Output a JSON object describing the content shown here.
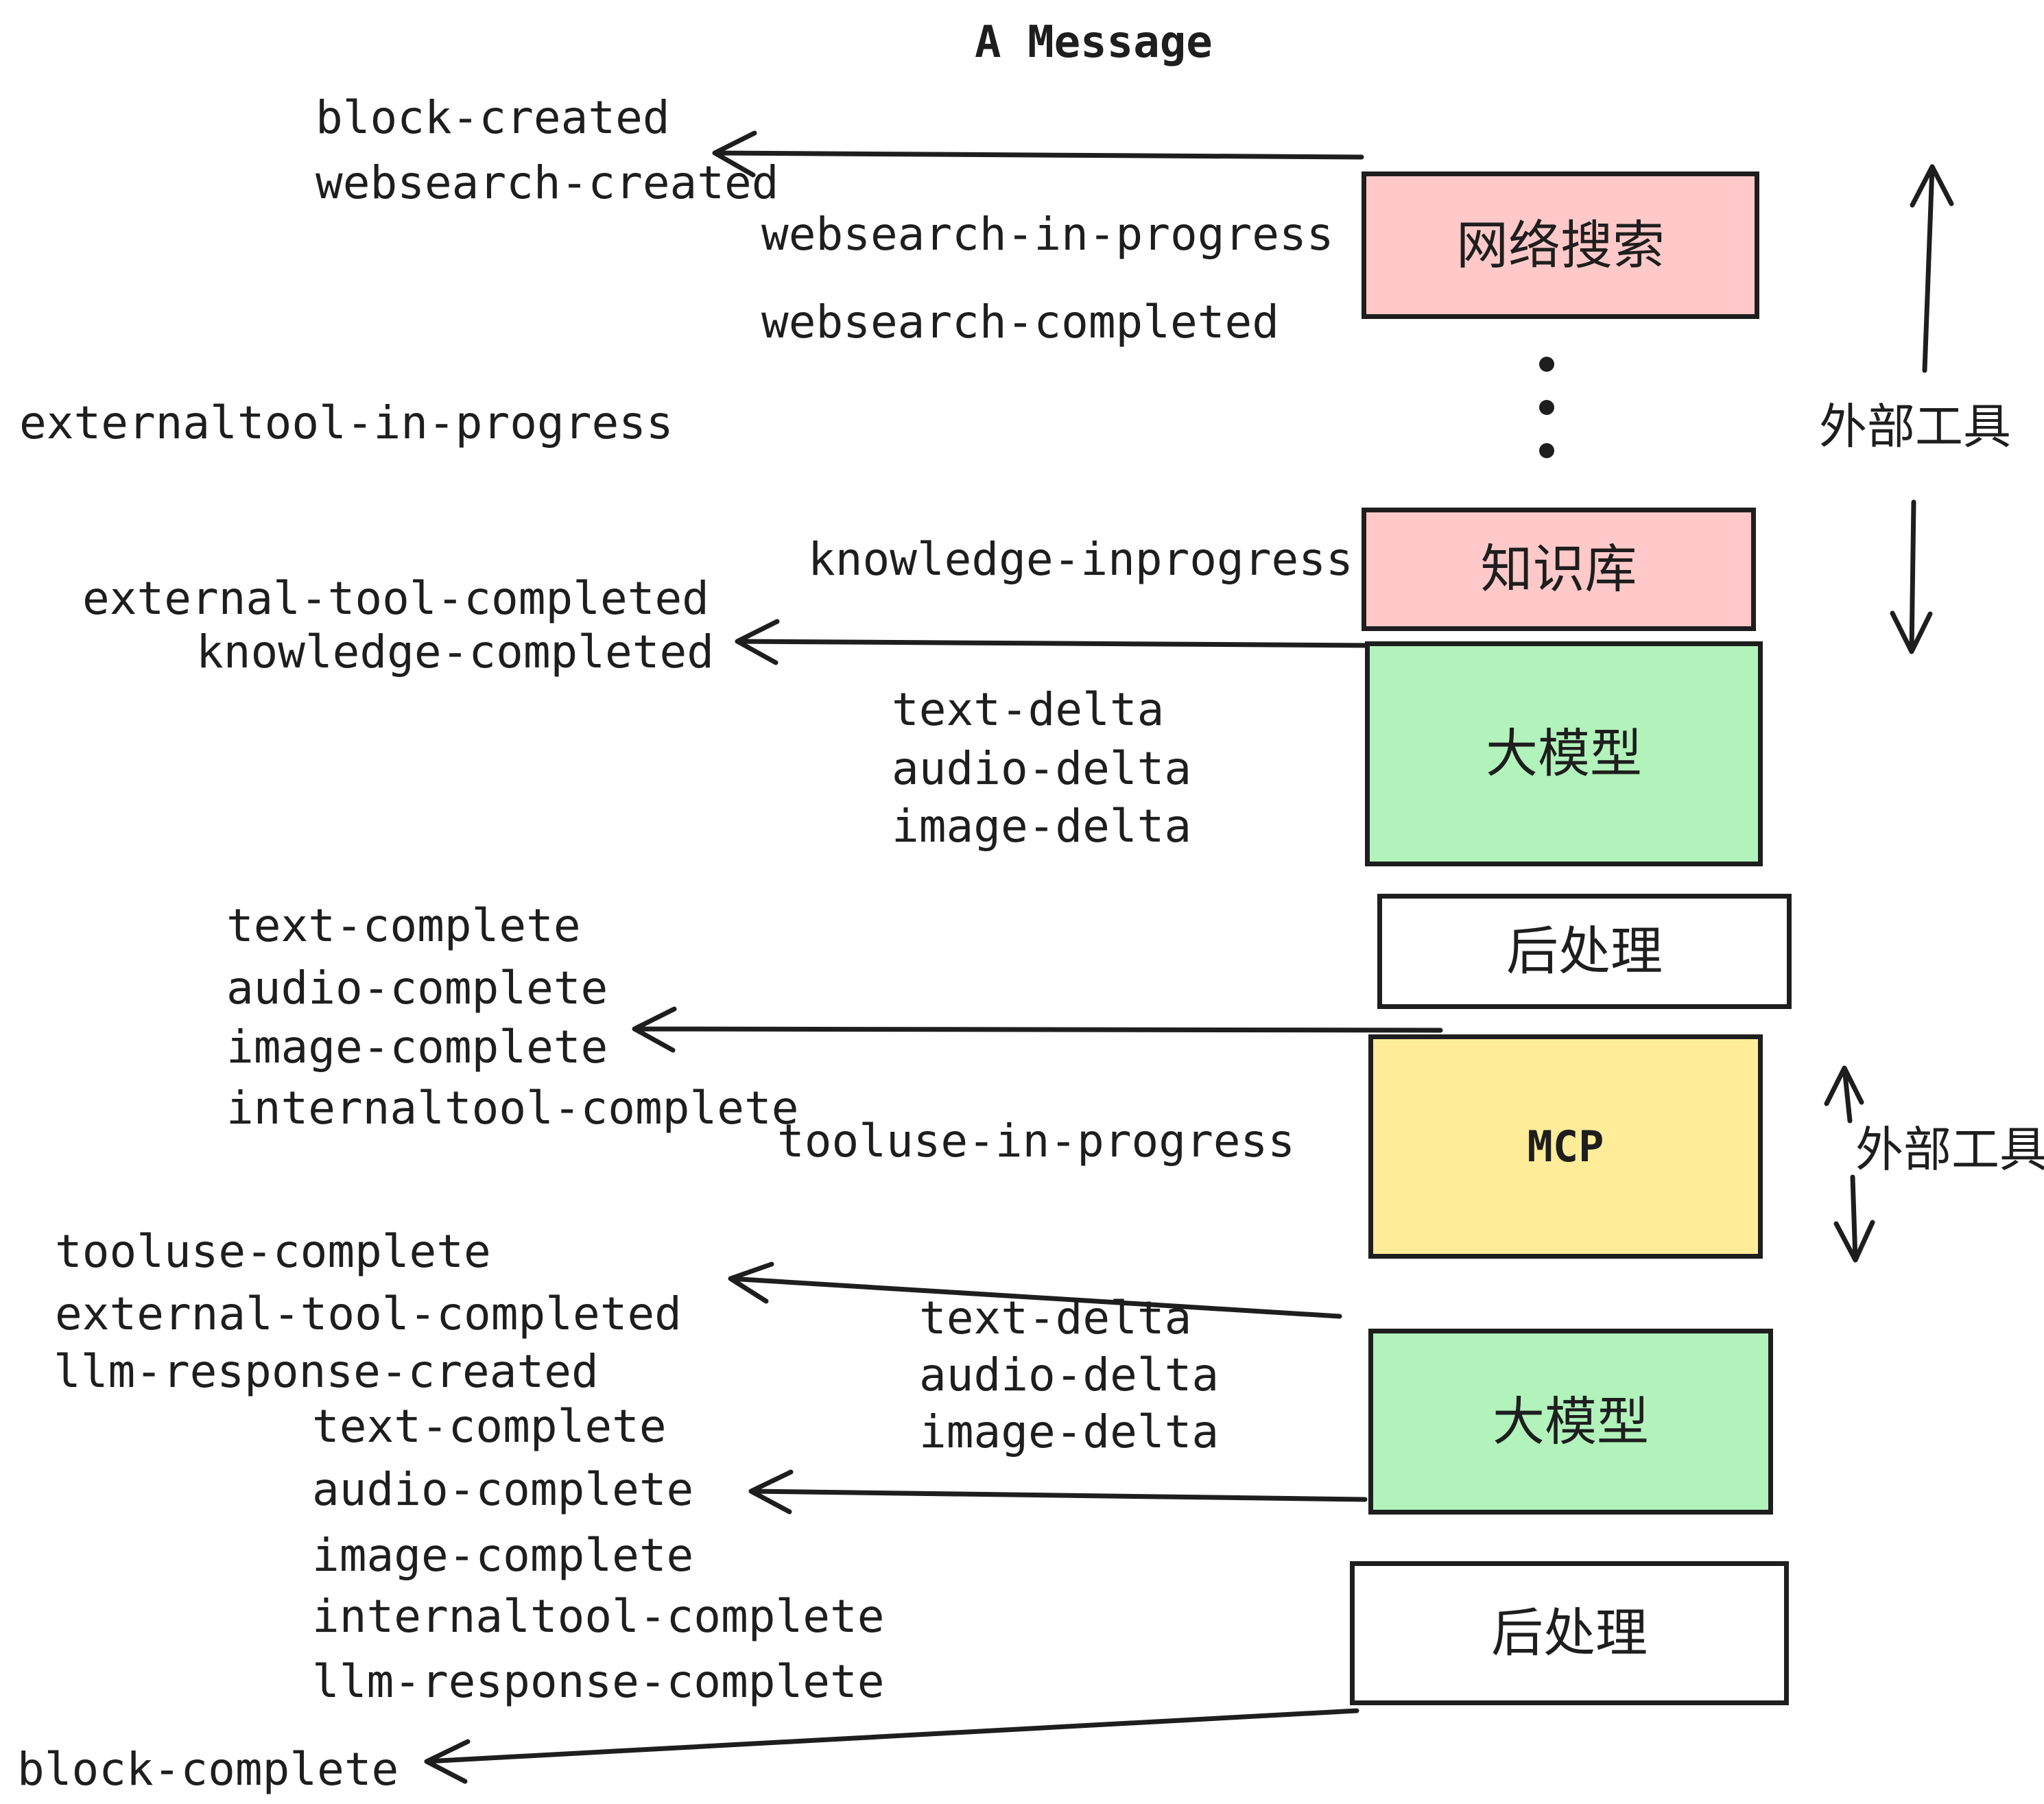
{
  "title": "A Message",
  "colors": {
    "box_pink": "#ffc9c9",
    "box_green": "#b2f2bb",
    "box_yellow": "#ffec99",
    "box_white": "#ffffff",
    "stroke": "#1e1e1e",
    "background": "#ffffff"
  },
  "boxes": [
    {
      "id": "web-search",
      "label": "网络搜索",
      "fill": "#ffc9c9"
    },
    {
      "id": "knowledge-base",
      "label": "知识库",
      "fill": "#ffc9c9"
    },
    {
      "id": "llm-1",
      "label": "大模型",
      "fill": "#b2f2bb"
    },
    {
      "id": "post-process-1",
      "label": "后处理",
      "fill": "#ffffff"
    },
    {
      "id": "mcp",
      "label": "MCP",
      "fill": "#ffec99"
    },
    {
      "id": "llm-2",
      "label": "大模型",
      "fill": "#b2f2bb"
    },
    {
      "id": "post-process-2",
      "label": "后处理",
      "fill": "#ffffff"
    }
  ],
  "side_labels": [
    {
      "id": "external-tools-top",
      "text": "外部工具"
    },
    {
      "id": "external-tools-mid",
      "text": "外部工具"
    }
  ],
  "events": [
    "block-created",
    "websearch-created",
    "websearch-in-progress",
    "websearch-completed",
    "externaltool-in-progress",
    "external-tool-completed",
    "knowledge-completed",
    "knowledge-inprogress",
    "text-delta",
    "audio-delta",
    "image-delta",
    "text-complete",
    "audio-complete",
    "image-complete",
    "internaltool-complete",
    "tooluse-in-progress",
    "tooluse-complete",
    "external-tool-completed",
    "llm-response-created",
    "text-complete",
    "audio-complete",
    "image-complete",
    "internaltool-complete",
    "llm-response-complete",
    "block-complete",
    "text-delta",
    "audio-delta",
    "image-delta"
  ]
}
